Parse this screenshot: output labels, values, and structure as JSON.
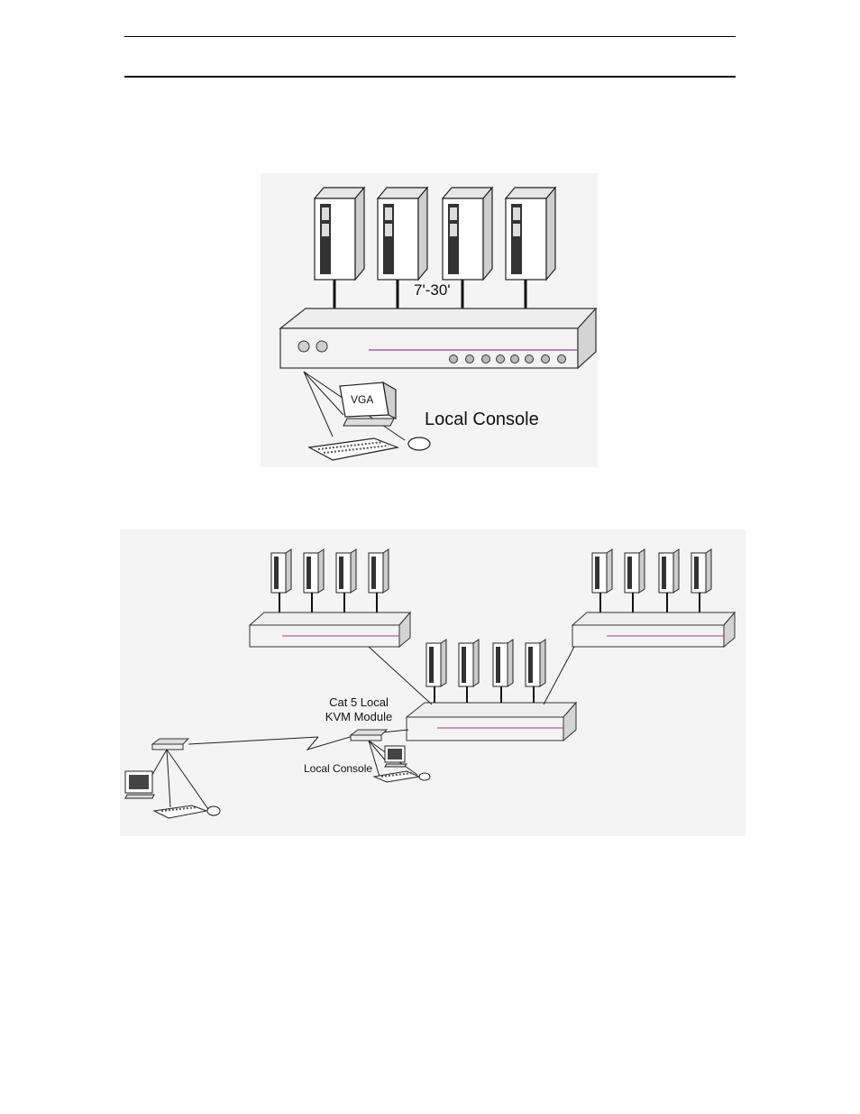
{
  "figure1": {
    "cable_length_label": "7'-30'",
    "console_label": "Local Console",
    "monitor_label": "VGA"
  },
  "figure2": {
    "module_label_line1": "Cat 5 Local",
    "module_label_line2": "KVM Module",
    "console_label": "Local Console"
  }
}
